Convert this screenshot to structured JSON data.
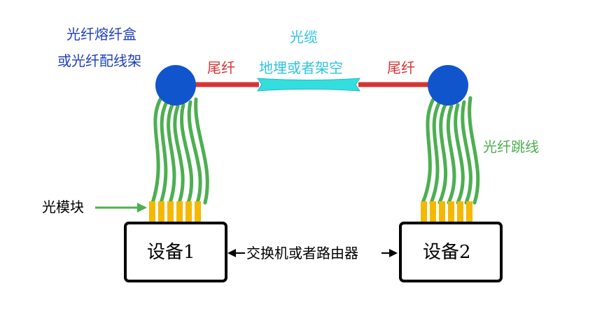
{
  "labels": {
    "enclosure_line1": "光纤熔纤盒",
    "enclosure_line2": "或光纤配线架",
    "cable_title": "光缆",
    "cable_desc": "地埋或者架空",
    "pigtail_left": "尾纤",
    "pigtail_right": "尾纤",
    "patch_cord": "光纤跳线",
    "optical_module": "光模块",
    "device1": "设备1",
    "device2": "设备2",
    "device_desc": "交换机或者路由器"
  },
  "colors": {
    "enclosure_text": "#1f3fbf",
    "cable_text": "#2ec4e0",
    "pigtail": "#d43535",
    "patch_cord": "#4caf50",
    "module": "#f5b800",
    "node": "#1155cc",
    "cable": "#33dede"
  }
}
